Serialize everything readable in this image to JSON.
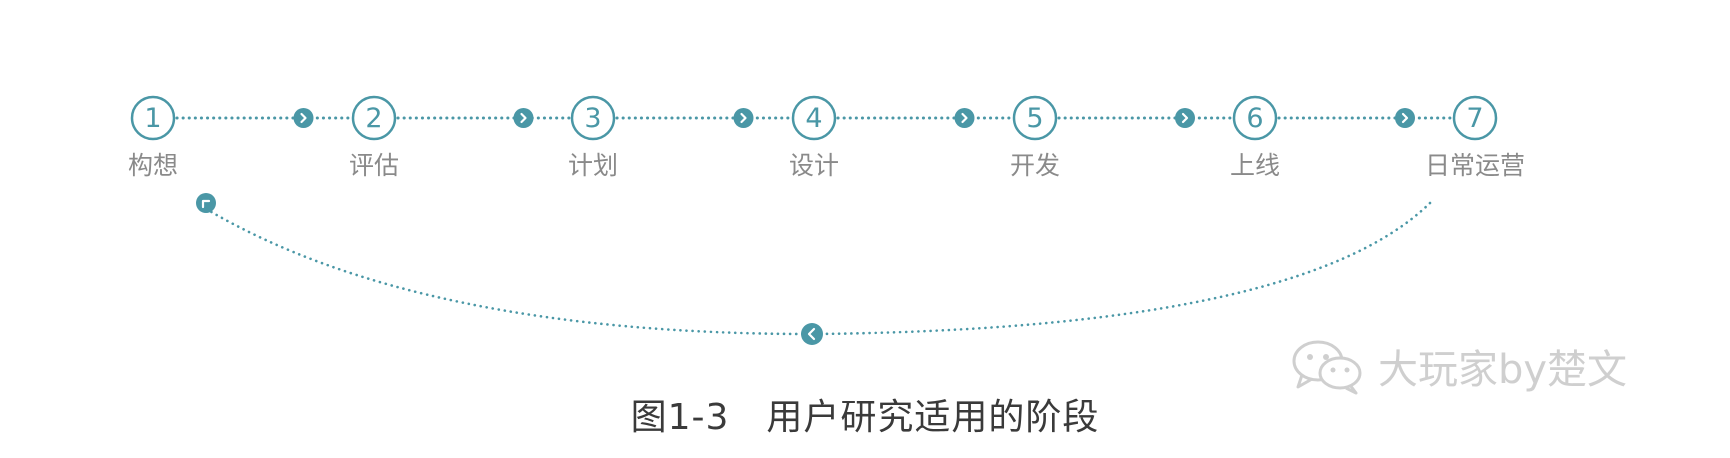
{
  "steps": [
    {
      "number": "1",
      "label": "构想"
    },
    {
      "number": "2",
      "label": "评估"
    },
    {
      "number": "3",
      "label": "计划"
    },
    {
      "number": "4",
      "label": "设计"
    },
    {
      "number": "5",
      "label": "开发"
    },
    {
      "number": "6",
      "label": "上线"
    },
    {
      "number": "7",
      "label": "日常运营"
    }
  ],
  "caption": "图1-3　用户研究适用的阶段",
  "watermark": {
    "text": "大玩家by楚文",
    "icon": "wechat-icon"
  },
  "colors": {
    "accent": "#4a97a6",
    "label": "#8a8a8a",
    "caption": "#3a3a3a"
  }
}
